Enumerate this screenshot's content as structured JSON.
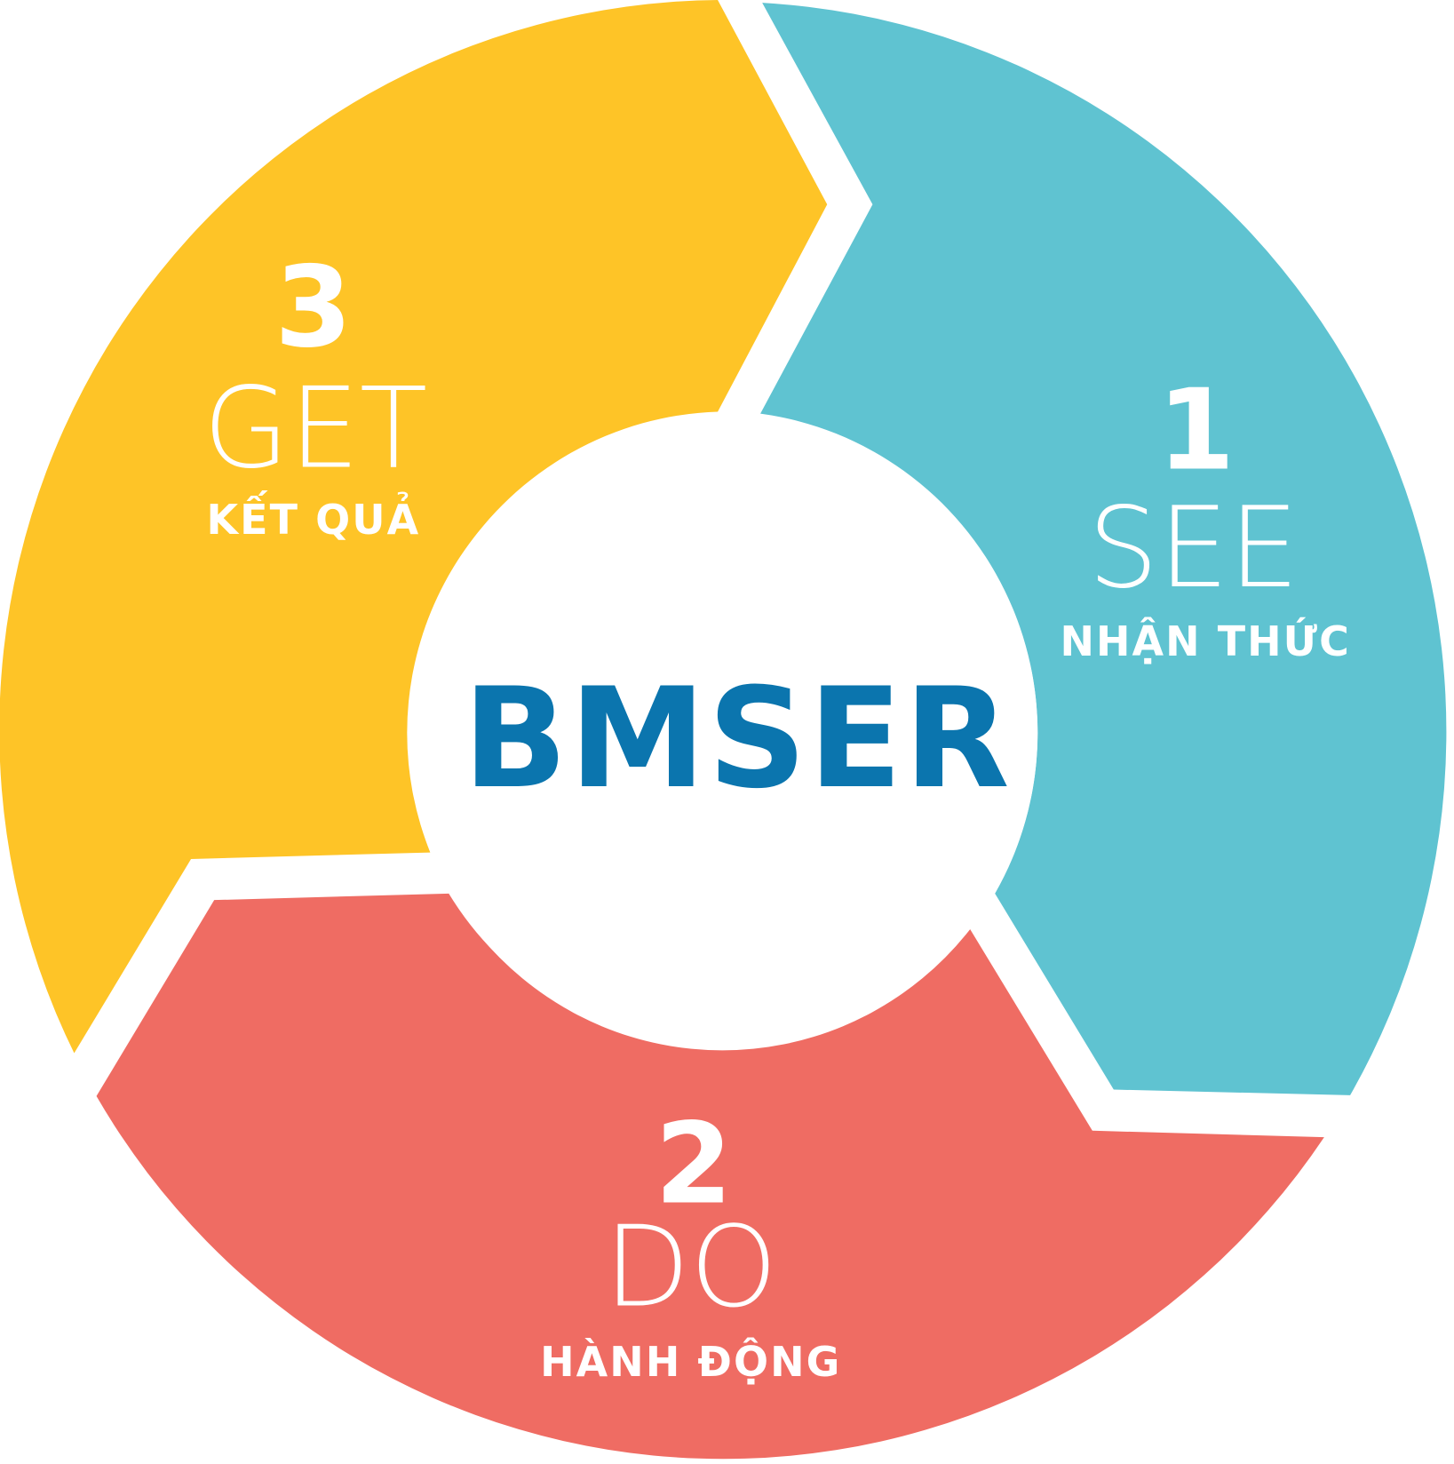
{
  "center": {
    "title": "BMSER",
    "color": "#0B75AE"
  },
  "segments": [
    {
      "id": "see",
      "number": "1",
      "word": "SEE",
      "subtitle": "NHẬN THỨC",
      "color": "#5FC3D1"
    },
    {
      "id": "do",
      "number": "2",
      "word": "DO",
      "subtitle": "HÀNH ĐỘNG",
      "color": "#EF6C63"
    },
    {
      "id": "get",
      "number": "3",
      "word": "GET",
      "subtitle": "KẾT QUẢ",
      "color": "#FEC427"
    }
  ],
  "background_color": "#FFFFFF"
}
